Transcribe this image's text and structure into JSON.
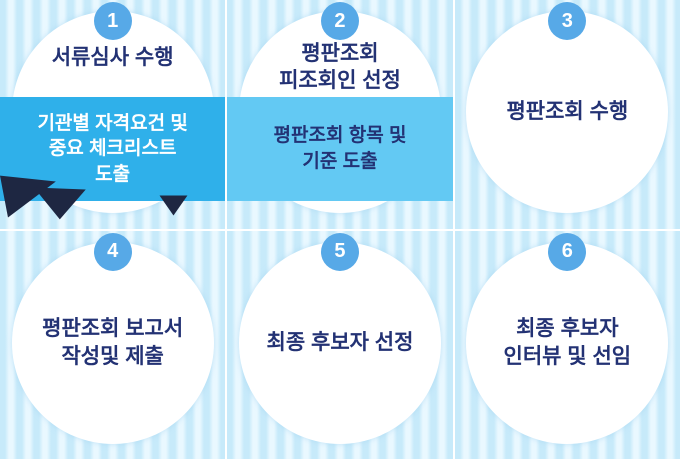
{
  "steps": [
    {
      "number": "1",
      "title": "서류심사 수행",
      "box": "기관별 자격요건 및\n중요 체크리스트\n도출"
    },
    {
      "number": "2",
      "title": "평판조회\n피조회인 선정",
      "box": "평판조회 항목 및\n기준 도출"
    },
    {
      "number": "3",
      "title": "평판조회  수행"
    },
    {
      "number": "4",
      "title": "평판조회  보고서\n작성및 제출"
    },
    {
      "number": "5",
      "title": "최종 후보자 선정"
    },
    {
      "number": "6",
      "title": "최종 후보자\n인터뷰 및 선임"
    }
  ],
  "colors": {
    "badge_blue": "#57a9e7",
    "title_navy": "#233274",
    "box_dark_blue": "#2fb0ea",
    "box_light_blue": "#63c9f3",
    "stripe_dark": "#c7eafa",
    "stripe_light": "#e9f8ff",
    "triangle_dark": "#1e2742"
  }
}
